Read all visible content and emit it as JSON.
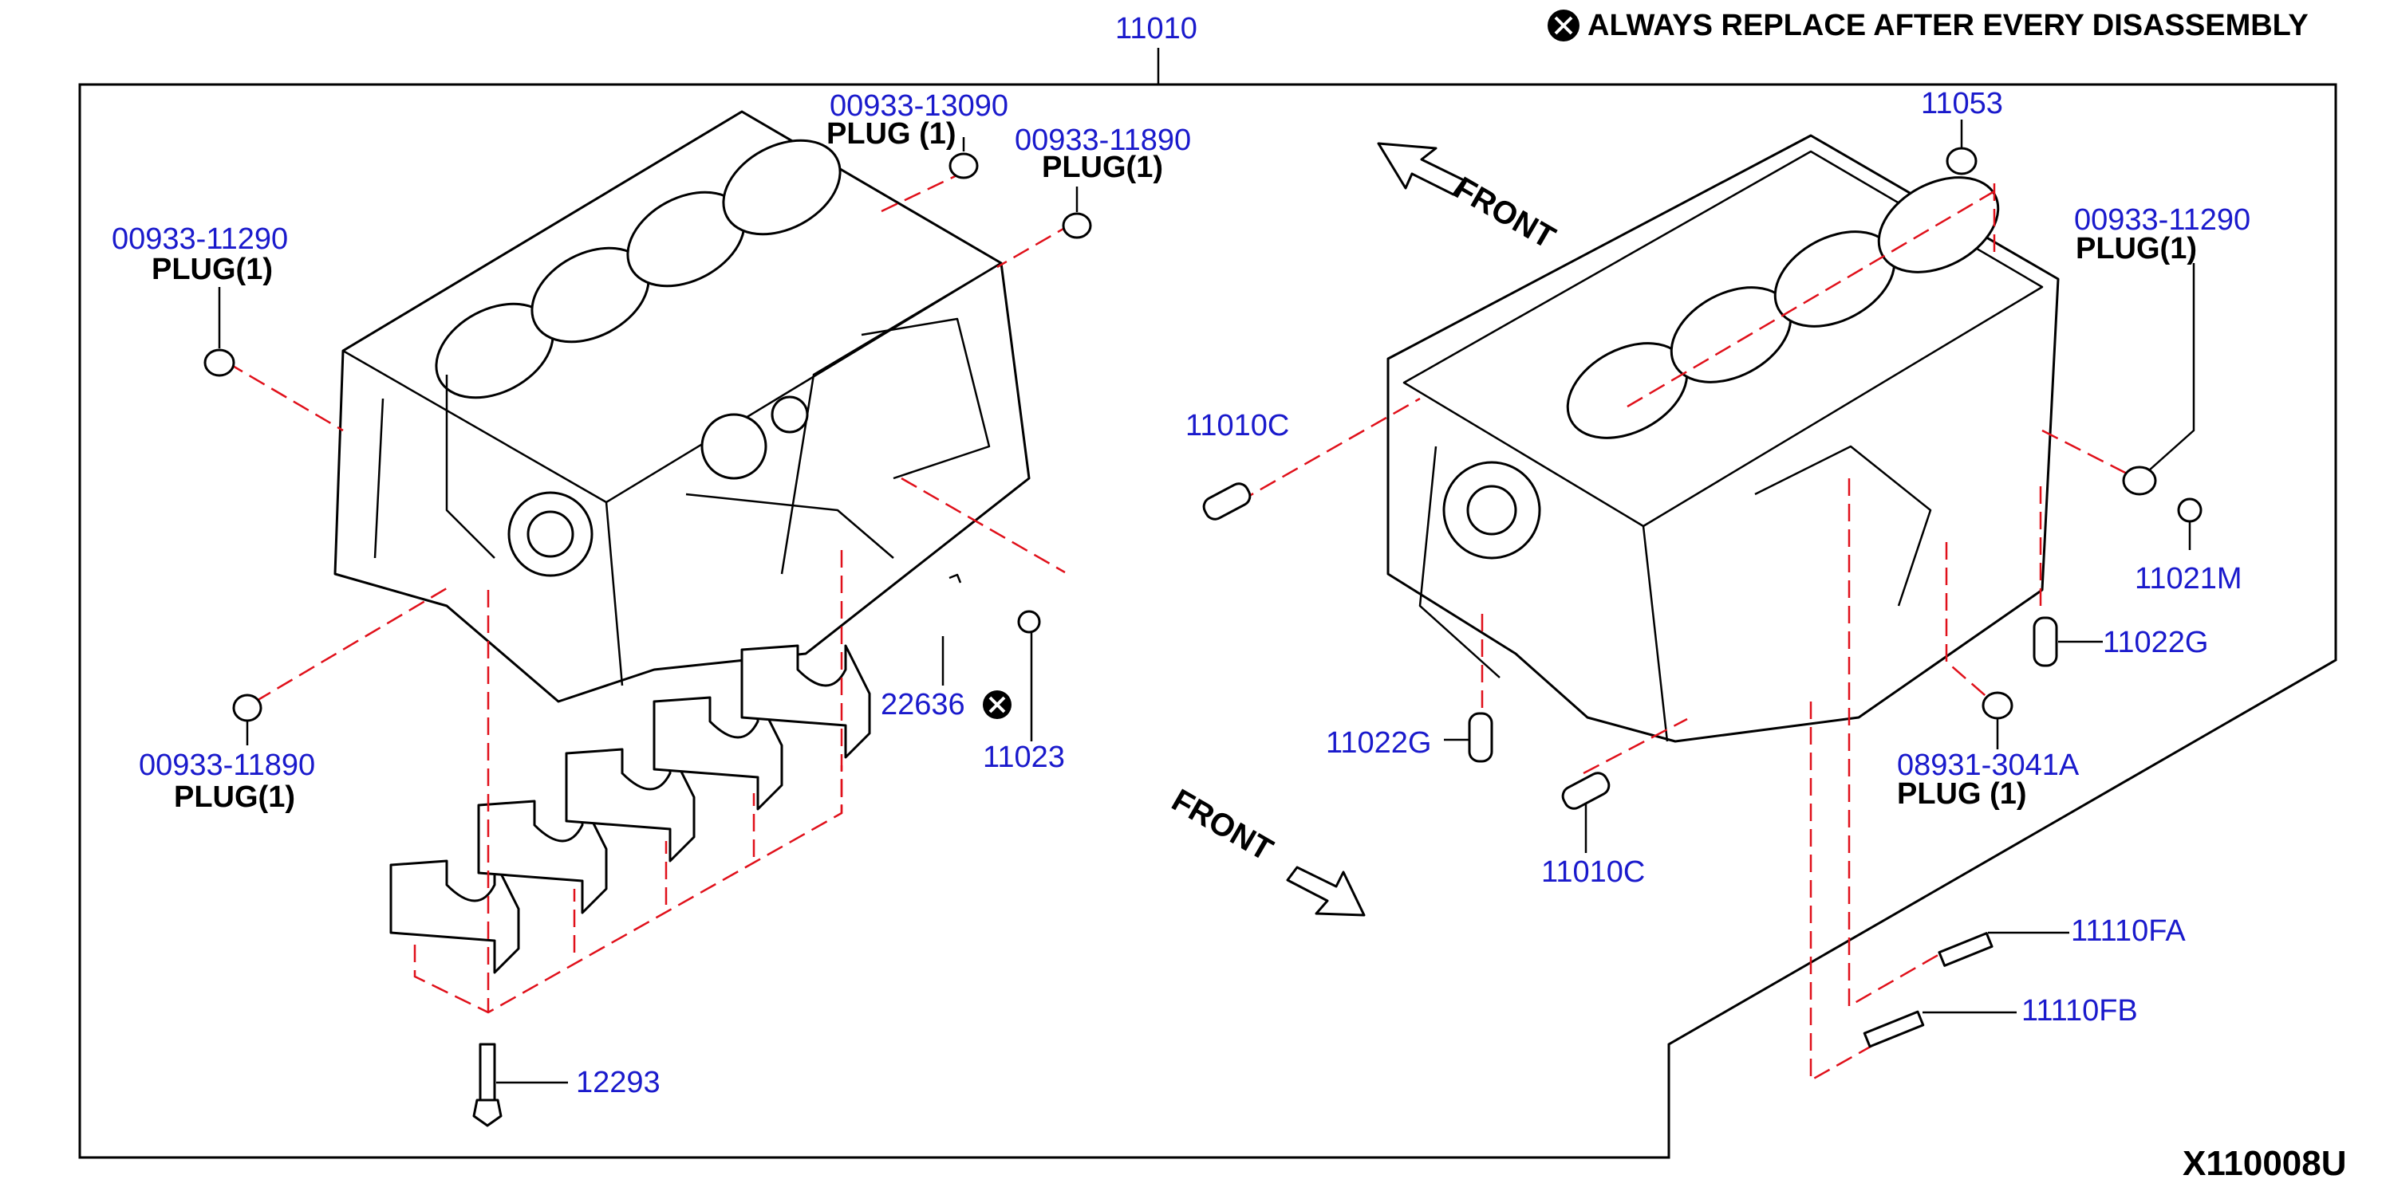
{
  "header": {
    "note": "ALWAYS REPLACE AFTER EVERY DISASSEMBLY",
    "note_icon": "circled-x-icon",
    "main_part": "11010"
  },
  "directions": {
    "front_top": "FRONT",
    "front_bottom": "FRONT"
  },
  "callouts": {
    "p_00933_13090": {
      "number": "00933-13090",
      "label": "PLUG (1)"
    },
    "p_00933_11890_top": {
      "number": "00933-11890",
      "label": "PLUG(1)"
    },
    "p_00933_11290_left": {
      "number": "00933-11290",
      "label": "PLUG(1)"
    },
    "p_00933_11890_bottom": {
      "number": "00933-11890",
      "label": "PLUG(1)"
    },
    "p_22636": {
      "number": "22636"
    },
    "p_11023": {
      "number": "11023"
    },
    "p_12293": {
      "number": "12293"
    },
    "p_11053": {
      "number": "11053"
    },
    "p_00933_11290_right": {
      "number": "00933-11290",
      "label": "PLUG(1)"
    },
    "p_11010c_top": {
      "number": "11010C"
    },
    "p_11021m": {
      "number": "11021M"
    },
    "p_11022g_right": {
      "number": "11022G"
    },
    "p_11022g_left": {
      "number": "11022G"
    },
    "p_08931_3041a": {
      "number": "08931-3041A",
      "label": "PLUG (1)"
    },
    "p_11010c_bottom": {
      "number": "11010C"
    },
    "p_11110fa": {
      "number": "11110FA"
    },
    "p_11110fb": {
      "number": "11110FB"
    }
  },
  "footer": {
    "diagram_code": "X110008U"
  }
}
